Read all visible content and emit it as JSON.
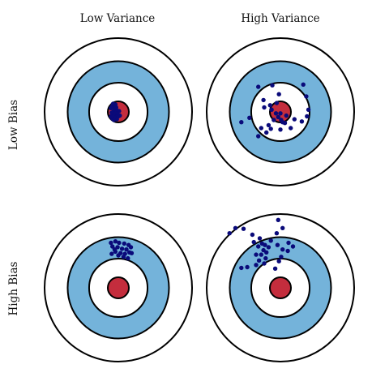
{
  "columns": [
    "Low Variance",
    "High Variance"
  ],
  "rows": [
    "Low Bias",
    "High Bias"
  ],
  "colors": {
    "ring_fill": "#74b3da",
    "bullseye_fill": "#c42d3d",
    "point_fill": "#0a0a7a",
    "stroke": "#000000",
    "background": "#ffffff"
  },
  "panels": [
    {
      "id": "low-bias-low-variance",
      "row": "Low Bias",
      "column": "Low Variance",
      "shots": [
        [
          -0.08,
          0.08
        ],
        [
          -0.05,
          0.04
        ],
        [
          -0.03,
          0.06
        ],
        [
          -0.02,
          0.02
        ],
        [
          -0.06,
          0.01
        ],
        [
          -0.04,
          -0.02
        ],
        [
          -0.01,
          -0.04
        ],
        [
          -0.07,
          -0.05
        ],
        [
          -0.03,
          -0.07
        ],
        [
          0.0,
          -0.06
        ],
        [
          -0.09,
          -0.01
        ],
        [
          -0.05,
          -0.08
        ],
        [
          0.01,
          0.01
        ],
        [
          -0.02,
          -0.1
        ],
        [
          -0.08,
          -0.09
        ],
        [
          -0.04,
          0.1
        ],
        [
          -0.1,
          0.05
        ],
        [
          -0.06,
          -0.11
        ],
        [
          0.02,
          -0.05
        ],
        [
          -0.1,
          -0.06
        ],
        [
          -0.07,
          0.11
        ]
      ]
    },
    {
      "id": "low-bias-high-variance",
      "row": "Low Bias",
      "column": "High Variance",
      "shots": [
        [
          0.31,
          0.37
        ],
        [
          -0.3,
          0.34
        ],
        [
          -0.11,
          0.36
        ],
        [
          0.35,
          0.21
        ],
        [
          -0.23,
          0.16
        ],
        [
          -0.14,
          0.09
        ],
        [
          -0.22,
          0.06
        ],
        [
          -0.05,
          0.12
        ],
        [
          0.38,
          0.03
        ],
        [
          -0.02,
          0.24
        ],
        [
          0.0,
          -0.02
        ],
        [
          -0.03,
          -0.07
        ],
        [
          0.01,
          -0.11
        ],
        [
          0.03,
          -0.14
        ],
        [
          -0.06,
          -0.02
        ],
        [
          0.06,
          -0.15
        ],
        [
          0.0,
          -0.24
        ],
        [
          -0.16,
          -0.18
        ],
        [
          0.36,
          -0.06
        ],
        [
          -0.53,
          -0.14
        ],
        [
          -0.42,
          -0.08
        ],
        [
          -0.26,
          -0.22
        ],
        [
          -0.19,
          -0.28
        ],
        [
          -0.13,
          -0.23
        ],
        [
          0.14,
          -0.22
        ],
        [
          0.29,
          -0.13
        ],
        [
          -0.09,
          -0.11
        ],
        [
          0.19,
          -0.1
        ],
        [
          0.08,
          -0.05
        ],
        [
          -0.12,
          0.03
        ],
        [
          -0.3,
          -0.33
        ]
      ]
    },
    {
      "id": "high-bias-low-variance",
      "row": "High Bias",
      "column": "Low Variance",
      "shots": [
        [
          -0.1,
          0.61
        ],
        [
          -0.04,
          0.63
        ],
        [
          0.01,
          0.61
        ],
        [
          0.08,
          0.6
        ],
        [
          0.14,
          0.58
        ],
        [
          -0.08,
          0.56
        ],
        [
          -0.01,
          0.55
        ],
        [
          0.05,
          0.53
        ],
        [
          0.11,
          0.52
        ],
        [
          0.17,
          0.55
        ],
        [
          -0.04,
          0.49
        ],
        [
          0.03,
          0.47
        ],
        [
          0.09,
          0.46
        ],
        [
          0.15,
          0.48
        ],
        [
          -0.09,
          0.46
        ],
        [
          0.07,
          0.42
        ],
        [
          0.13,
          0.4
        ],
        [
          -0.05,
          0.52
        ],
        [
          0.18,
          0.47
        ],
        [
          0.0,
          0.44
        ]
      ]
    },
    {
      "id": "high-bias-high-variance",
      "row": "High Bias",
      "column": "High Variance",
      "shots": [
        [
          -0.69,
          0.74
        ],
        [
          -0.61,
          0.81
        ],
        [
          -0.5,
          0.8
        ],
        [
          -0.38,
          0.72
        ],
        [
          -0.36,
          0.62
        ],
        [
          -0.28,
          0.67
        ],
        [
          -0.3,
          0.56
        ],
        [
          -0.25,
          0.6
        ],
        [
          -0.21,
          0.58
        ],
        [
          -0.16,
          0.55
        ],
        [
          -0.23,
          0.51
        ],
        [
          -0.19,
          0.48
        ],
        [
          -0.26,
          0.45
        ],
        [
          -0.33,
          0.45
        ],
        [
          -0.29,
          0.37
        ],
        [
          -0.2,
          0.4
        ],
        [
          -0.22,
          0.33
        ],
        [
          -0.33,
          0.31
        ],
        [
          -0.45,
          0.28
        ],
        [
          -0.53,
          0.27
        ],
        [
          -0.07,
          0.26
        ],
        [
          -0.02,
          0.36
        ],
        [
          0.01,
          0.42
        ],
        [
          0.03,
          0.52
        ],
        [
          -0.04,
          0.58
        ],
        [
          -0.05,
          0.74
        ],
        [
          0.03,
          0.81
        ],
        [
          -0.03,
          0.92
        ],
        [
          0.11,
          0.61
        ],
        [
          0.1,
          0.5
        ],
        [
          0.17,
          0.56
        ],
        [
          -0.13,
          0.64
        ]
      ]
    }
  ]
}
